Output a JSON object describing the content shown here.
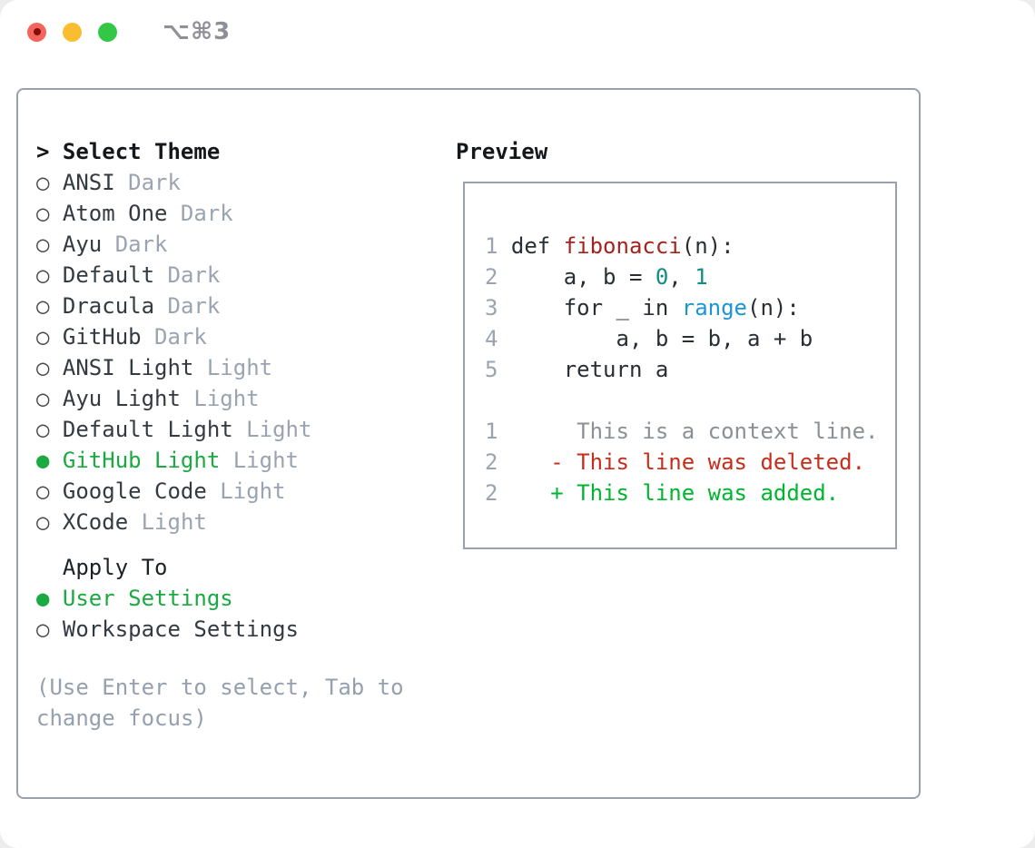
{
  "window": {
    "title": "⌥⌘3",
    "traffic_lights": [
      {
        "name": "close",
        "color": "#f4645c"
      },
      {
        "name": "minimize",
        "color": "#fabd2f"
      },
      {
        "name": "zoom",
        "color": "#33c748"
      }
    ]
  },
  "theme_picker": {
    "header": {
      "marker": ">",
      "label": "Select Theme"
    },
    "markers": {
      "selected": "●",
      "unselected": "○"
    },
    "themes": [
      {
        "name": "ANSI",
        "variant": "Dark",
        "selected": false
      },
      {
        "name": "Atom One",
        "variant": "Dark",
        "selected": false
      },
      {
        "name": "Ayu",
        "variant": "Dark",
        "selected": false
      },
      {
        "name": "Default",
        "variant": "Dark",
        "selected": false
      },
      {
        "name": "Dracula",
        "variant": "Dark",
        "selected": false
      },
      {
        "name": "GitHub",
        "variant": "Dark",
        "selected": false
      },
      {
        "name": "ANSI Light",
        "variant": "Light",
        "selected": false
      },
      {
        "name": "Ayu Light",
        "variant": "Light",
        "selected": false
      },
      {
        "name": "Default Light",
        "variant": "Light",
        "selected": false
      },
      {
        "name": "GitHub Light",
        "variant": "Light",
        "selected": true
      },
      {
        "name": "Google Code",
        "variant": "Light",
        "selected": false
      },
      {
        "name": "XCode",
        "variant": "Light",
        "selected": false
      }
    ],
    "apply_to": {
      "label": "Apply To",
      "options": [
        {
          "name": "User Settings",
          "selected": true
        },
        {
          "name": "Workspace Settings",
          "selected": false
        }
      ]
    },
    "help_lines": [
      "(Use Enter to select, Tab to",
      "change focus)"
    ]
  },
  "preview": {
    "label": "Preview",
    "lines": [
      {
        "segments": [
          {
            "t": "1",
            "c": "num"
          },
          {
            "t": " def ",
            "c": "code"
          },
          {
            "t": "fibonacci",
            "c": "func"
          },
          {
            "t": "(n):",
            "c": "code"
          }
        ]
      },
      {
        "segments": [
          {
            "t": "2",
            "c": "num"
          },
          {
            "t": "     a, b = ",
            "c": "code"
          },
          {
            "t": "0",
            "c": "lit"
          },
          {
            "t": ", ",
            "c": "code"
          },
          {
            "t": "1",
            "c": "lit"
          }
        ]
      },
      {
        "segments": [
          {
            "t": "3",
            "c": "num"
          },
          {
            "t": "     for _ in ",
            "c": "code"
          },
          {
            "t": "range",
            "c": "blt"
          },
          {
            "t": "(n):",
            "c": "code"
          }
        ]
      },
      {
        "segments": [
          {
            "t": "4",
            "c": "num"
          },
          {
            "t": "         a, b = b, a + b",
            "c": "code"
          }
        ]
      },
      {
        "segments": [
          {
            "t": "5",
            "c": "num"
          },
          {
            "t": "     return a",
            "c": "code"
          }
        ]
      },
      {
        "segments": []
      },
      {
        "segments": [
          {
            "t": "1",
            "c": "num"
          },
          {
            "t": "      This is a context line.",
            "c": "ctx"
          }
        ]
      },
      {
        "segments": [
          {
            "t": "2",
            "c": "num"
          },
          {
            "t": "    ",
            "c": "code"
          },
          {
            "t": "- This line was deleted.",
            "c": "del"
          }
        ]
      },
      {
        "segments": [
          {
            "t": "2",
            "c": "num"
          },
          {
            "t": "    ",
            "c": "code"
          },
          {
            "t": "+ This line was added.",
            "c": "add"
          }
        ]
      }
    ]
  },
  "colors": {
    "panel_border": "#99a1ac",
    "selection_green": "#1aaa41",
    "muted_gray": "#9aa4b1",
    "text_dark": "#343a41",
    "code_function_red": "#a4231c",
    "code_literal_teal": "#108c87",
    "code_builtin_blue": "#1b96d1",
    "diff_context_gray": "#8a9196",
    "diff_deleted_red": "#c72d1c",
    "diff_added_green": "#00b52f",
    "title_gray": "#8e9095"
  }
}
